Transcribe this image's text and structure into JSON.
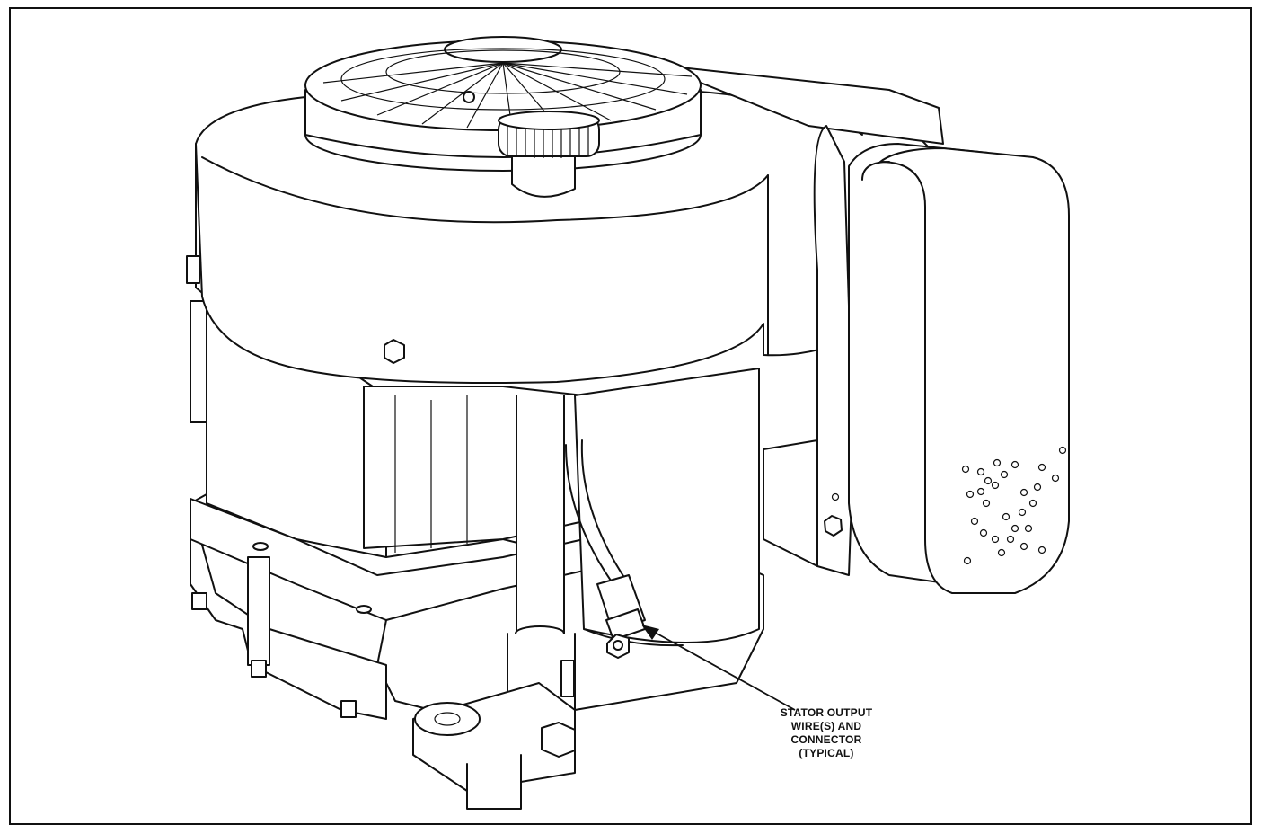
{
  "callout": {
    "lines": [
      "STATOR OUTPUT",
      "WIRE(S) AND",
      "CONNECTOR",
      "(TYPICAL)"
    ]
  },
  "colors": {
    "ink": "#111111",
    "paper": "#ffffff"
  }
}
